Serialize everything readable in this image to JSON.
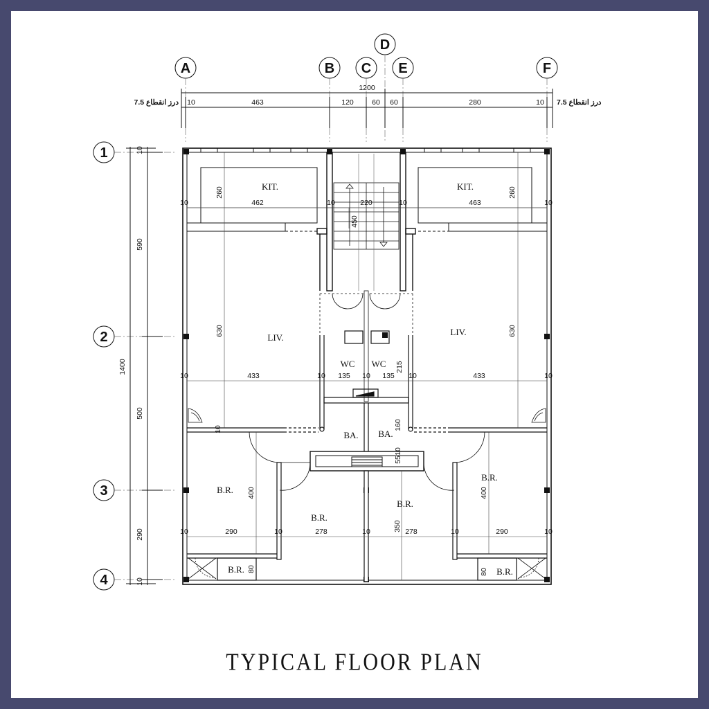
{
  "title": "TYPICAL FLOOR PLAN",
  "grid_columns": [
    "A",
    "B",
    "C",
    "D",
    "E",
    "F"
  ],
  "grid_rows": [
    "1",
    "2",
    "3",
    "4"
  ],
  "top_dims": {
    "total": "1200",
    "segments": [
      "10",
      "463",
      "120",
      "60",
      "60",
      "280",
      "10"
    ],
    "left_note": "7.5 درز انقطاع",
    "right_note": "7.5 درز انقطاع"
  },
  "left_dims": {
    "total": "1400",
    "segments": [
      "10",
      "590",
      "500",
      "290",
      "10"
    ]
  },
  "rooms": {
    "kit_left": "KIT.",
    "kit_right": "KIT.",
    "liv_left": "LIV.",
    "liv_right": "LIV.",
    "wc_left": "WC",
    "wc_right": "WC",
    "ba_left": "BA.",
    "ba_right": "BA.",
    "br_left": "B.R.",
    "br_center_left": "B.R.",
    "br_center_right": "B.R.",
    "br_right": "B.R.",
    "br_small_left": "B.R.",
    "br_small_right": "B.R."
  },
  "inner_dims": {
    "kit_row": [
      "10",
      "462",
      "10",
      "220",
      "10",
      "463",
      "10"
    ],
    "kit_height_left": "260",
    "kit_height_right": "260",
    "stair_len": "450",
    "liv_row": [
      "10",
      "433",
      "10",
      "135",
      "10",
      "135",
      "10",
      "433",
      "10"
    ],
    "liv_height_left": "630",
    "liv_height_right": "630",
    "wc_height": "215",
    "ba_width": "160",
    "shaft": "55",
    "shaft_b": "10",
    "br_row": [
      "10",
      "290",
      "10",
      "278",
      "10",
      "278",
      "10",
      "290",
      "10"
    ],
    "br_height_left": "400",
    "br_height_right": "400",
    "br_center_height": "350",
    "small_br_left": "80",
    "small_br_right": "80",
    "wall_tag_left": "10"
  }
}
